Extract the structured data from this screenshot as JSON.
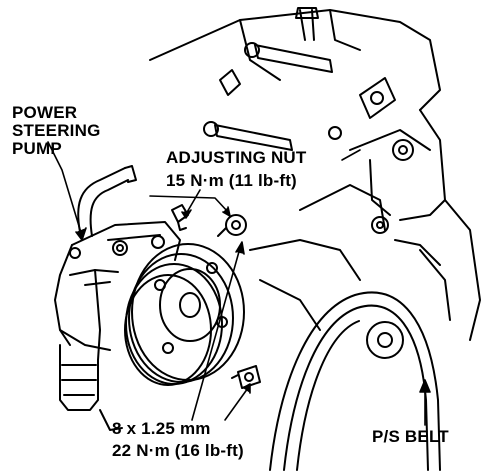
{
  "labels": {
    "pump_line1": "POWER",
    "pump_line2": "STEERING",
    "pump_line3": "PUMP",
    "adjusting_nut": "ADJUSTING NUT",
    "adjusting_nut_torque": "15 N·m (11 lb-ft)",
    "bolt_size": "8 x 1.25 mm",
    "bolt_torque": "22 N·m (16 lb-ft)",
    "belt": "P/S BELT"
  },
  "colors": {
    "ink": "#000000",
    "paper": "#ffffff"
  }
}
